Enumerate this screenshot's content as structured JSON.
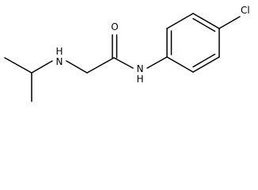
{
  "molecule": {
    "atoms": {
      "oxygen": "O",
      "amide_nitrogen": "N",
      "amide_hydrogen": "H",
      "amine_nitrogen": "N",
      "amine_hydrogen": "H",
      "chlorine": "Cl"
    }
  },
  "colors": {
    "bond": "#000000",
    "background": "#ffffff"
  }
}
